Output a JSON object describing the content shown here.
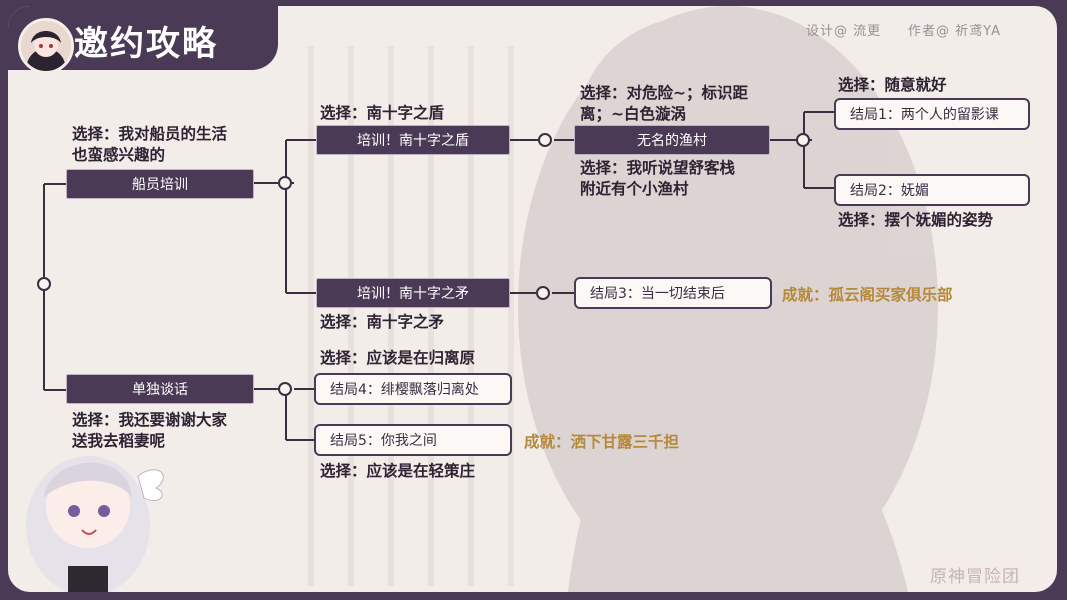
{
  "header": {
    "title": "邀约攻略",
    "credit_design": "设计@ 流更",
    "credit_author": "作者@ 祈鸢YA"
  },
  "watermark": "原神冒险团",
  "colors": {
    "frame": "#4a3a55",
    "panel": "#f2ede9",
    "achievement": "#b5893a"
  },
  "nodes": {
    "crew_training": "船员培训",
    "solo_talk": "单独谈话",
    "training_shield": "培训！南十字之盾",
    "training_spear": "培训！南十字之矛",
    "fishing_village": "无名的渔村",
    "ending1": "结局1：两个人的留影课",
    "ending2": "结局2：妩媚",
    "ending3": "结局3：当一切结束后",
    "ending4": "结局4：绯樱飘落归离处",
    "ending5": "结局5：你我之间"
  },
  "choices": {
    "crew_training": [
      "选择：我对船员的生活",
      "也蛮感兴趣的"
    ],
    "solo_talk": [
      "选择：我还要谢谢大家",
      "送我去稻妻呢"
    ],
    "training_shield": "选择：南十字之盾",
    "training_spear": "选择：南十字之矛",
    "danger": [
      "选择：对危险~；标识距",
      "离；~白色漩涡"
    ],
    "inn": [
      "选择：我听说望舒客栈",
      "附近有个小渔村"
    ],
    "ending1": "选择：随意就好",
    "ending2": "选择：摆个妩媚的姿势",
    "ending4": "选择：应该是在归离原",
    "ending5": "选择：应该是在轻策庄"
  },
  "achievements": {
    "ending3": "成就：孤云阁买家俱乐部",
    "ending5": "成就：洒下甘露三千担"
  }
}
